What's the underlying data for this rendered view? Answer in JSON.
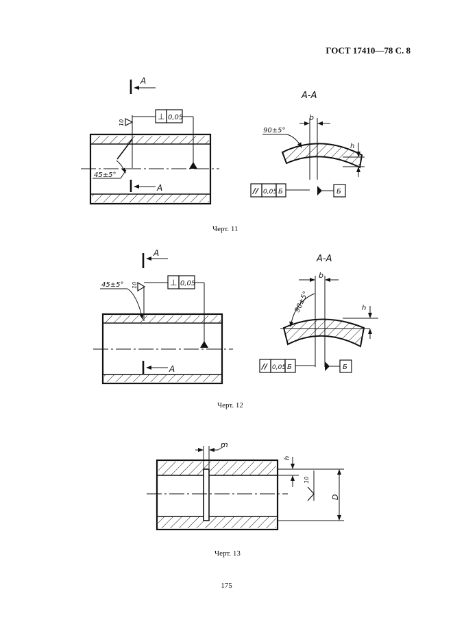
{
  "header": "ГОСТ 17410—78 С. 8",
  "page_number": "175",
  "figures": {
    "fig11": {
      "caption": "Черт. 11",
      "section_mark": "A",
      "section_title": "A-A",
      "roughness": "10",
      "angle_label": "45±5°",
      "angle_label_section": "90±5°",
      "tolerance_perp": "0,05",
      "tolerance_parallel": "0,05",
      "datum": "Б",
      "dim_b": "b",
      "dim_h": "h"
    },
    "fig12": {
      "caption": "Черт. 12",
      "section_mark": "A",
      "section_title": "A-A",
      "roughness": "10",
      "angle_label": "45±5°",
      "angle_label_section": "90±5°",
      "tolerance_perp": "0,05",
      "tolerance_parallel": "0,05",
      "datum": "Б",
      "dim_b": "b",
      "dim_h": "h"
    },
    "fig13": {
      "caption": "Черт. 13",
      "dim_m": "m",
      "dim_h": "h",
      "dim_D": "D",
      "roughness": "10"
    }
  }
}
